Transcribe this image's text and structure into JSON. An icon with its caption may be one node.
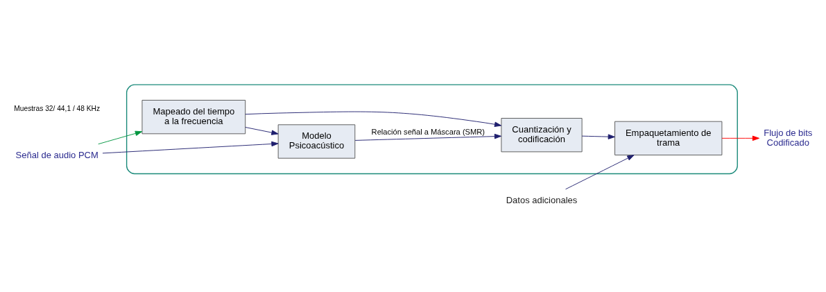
{
  "diagram": {
    "nodes": [
      {
        "text": [
          "Señal de audio PCM"
        ]
      },
      {
        "text": [],
        "shape": "box"
      },
      {
        "text": [
          "Mapeado del tiempo a la frecuencia"
        ],
        "in": 1
      },
      {
        "text": [
          "Cuantización y codificación"
        ],
        "in": 1
      },
      {
        "text": [
          "Empaquetamiento de trama"
        ],
        "in": 1
      },
      {
        "text": [
          "Modelo Psicoacústico"
        ],
        "in": 1
      },
      {
        "text": [
          "Flujo de bits Codificado"
        ]
      },
      {
        "text": [
          "Datos adicionales"
        ]
      }
    ],
    "edges": [
      {
        "from": 0,
        "to": 2,
        "arrow": "to",
        "color": "#00963f"
      },
      {
        "from": 0,
        "to": 5,
        "arrow": "to"
      },
      {
        "from": 2,
        "to": 3,
        "arrow": "to"
      },
      {
        "from": 2,
        "to": 5,
        "arrow": "to"
      },
      {
        "from": 5,
        "to": 3,
        "arrow": "to",
        "label": "Relación señal a Máscara (SMR)"
      },
      {
        "from": 3,
        "to": 4,
        "arrow": "to"
      },
      {
        "from": 4,
        "to": 6,
        "arrow": "to",
        "color": "#ff0000"
      },
      {
        "from": 7,
        "to": 4,
        "arrow": "to"
      }
    ],
    "labels": [
      "Muestras 32/ 44,1 / 48 KHz"
    ]
  }
}
